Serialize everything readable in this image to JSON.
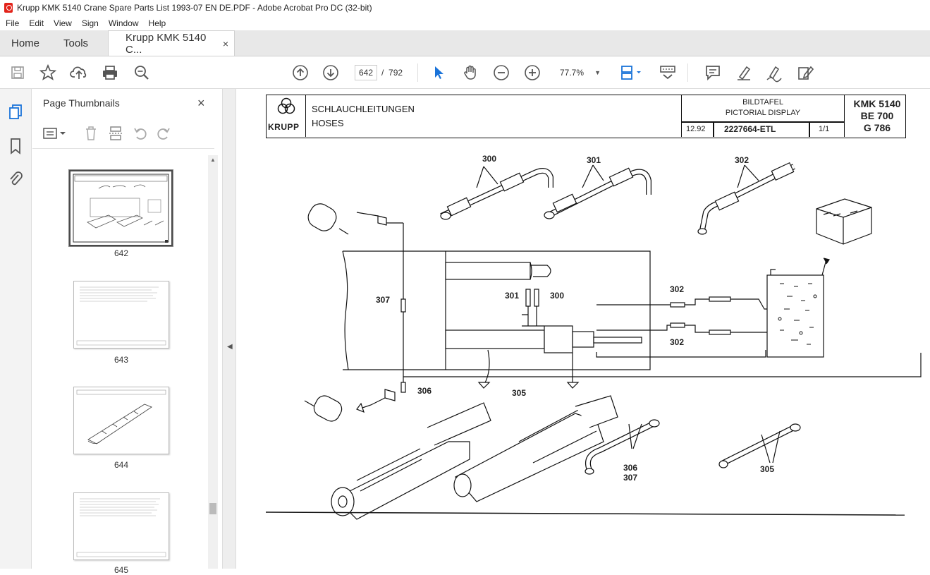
{
  "window": {
    "title": "Krupp KMK 5140 Crane Spare Parts List 1993-07 EN DE.PDF - Adobe Acrobat Pro DC (32-bit)"
  },
  "menu": [
    "File",
    "Edit",
    "View",
    "Sign",
    "Window",
    "Help"
  ],
  "tabs": {
    "home": "Home",
    "tools": "Tools",
    "document": "Krupp KMK 5140 C...",
    "close": "×"
  },
  "toolbar": {
    "page_current": "642",
    "page_separator": "/",
    "page_total": "792",
    "zoom": "77.7%"
  },
  "panel": {
    "title": "Page Thumbnails",
    "close": "×",
    "thumbnails": [
      {
        "label": "642",
        "selected": true
      },
      {
        "label": "643",
        "selected": false
      },
      {
        "label": "644",
        "selected": false
      },
      {
        "label": "645",
        "selected": false
      }
    ]
  },
  "document": {
    "logo_text": "KRUPP",
    "title_de": "SCHLAUCHLEITUNGEN",
    "title_en": "HOSES",
    "display_de": "BILDTAFEL",
    "display_en": "PICTORIAL DISPLAY",
    "date": "12.92",
    "drawing_no": "2227664-ETL",
    "sheet": "1/1",
    "model_1": "KMK 5140",
    "model_2": "BE 700",
    "model_3": "G 786",
    "callouts": {
      "c300a": "300",
      "c301a": "301",
      "c302a": "302",
      "c307": "307",
      "c301b": "301",
      "c300b": "300",
      "c302b": "302",
      "c302c": "302",
      "c306": "306",
      "c305": "305",
      "c306b": "306",
      "c307b": "307",
      "c305b": "305"
    }
  }
}
